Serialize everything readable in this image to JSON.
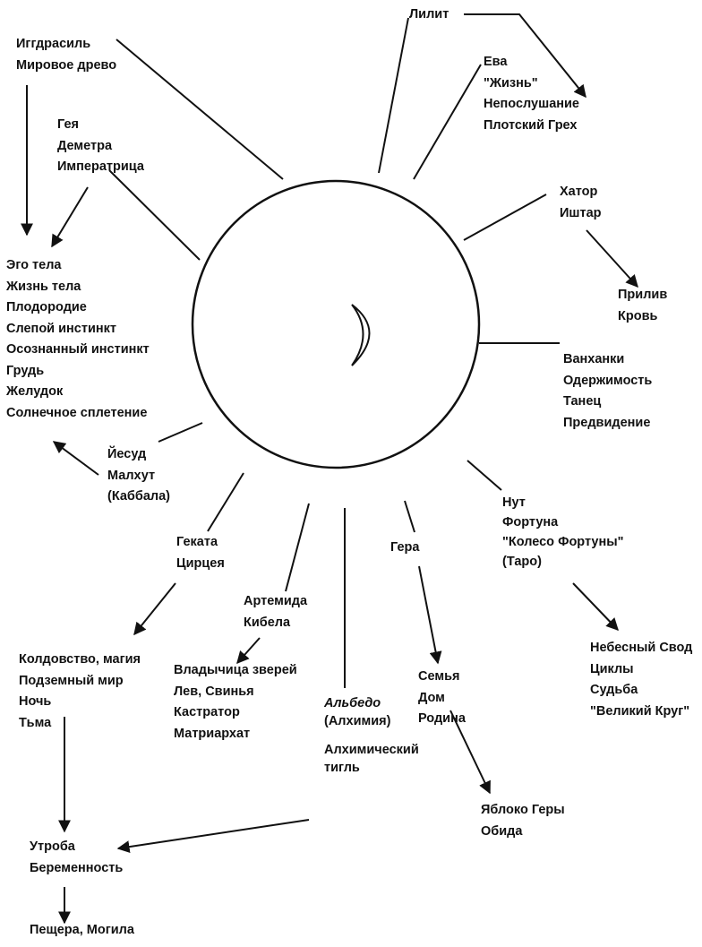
{
  "colors": {
    "ink": "#111111",
    "background": "#ffffff"
  },
  "center_symbol": "crescent-moon-icon",
  "labels": {
    "yggdrasil": [
      "Иггдрасиль",
      "Мировое древо"
    ],
    "lilith": [
      "Лилит"
    ],
    "eve": [
      "Ева",
      "\"Жизнь\"",
      "Непослушание",
      "Плотский Грех"
    ],
    "gaia": [
      "Гея",
      "Деметра",
      "Императрица"
    ],
    "hathor": [
      "Хатор",
      "Иштар"
    ],
    "body": [
      "Эго тела",
      "Жизнь тела",
      "Плодородие",
      "Слепой инстинкт",
      "Осознанный инстинкт",
      "Грудь",
      "Желудок",
      "Солнечное сплетение"
    ],
    "tide": [
      "Прилив",
      "Кровь"
    ],
    "wanhanki": [
      "Ванханки",
      "Одержимость",
      "Танец",
      "Предвидение"
    ],
    "yesod": [
      "Йесуд",
      "Малхут",
      "(Каббала)"
    ],
    "nut": [
      "Нут",
      "Фортуна",
      "\"Колесо Фортуны\"",
      "(Таро)"
    ],
    "hecate": [
      "Геката",
      "Цирцея"
    ],
    "hera": [
      "Гера"
    ],
    "artemis": [
      "Артемида",
      "Кибела"
    ],
    "heavens": [
      "Небесный Свод",
      "Циклы",
      "Судьба",
      "\"Великий Круг\""
    ],
    "witchcraft": [
      "Колдовство, магия",
      "Подземный мир",
      "Ночь",
      "Тьма"
    ],
    "mistress": [
      "Владычица зверей",
      "Лев, Свинья",
      "Кастратор",
      "Матриархат"
    ],
    "family": [
      "Семья",
      "Дом",
      "Родина"
    ],
    "albedo": {
      "italic": "Альбедо",
      "lines": [
        "(Алхимия)",
        "Алхимический",
        "тигль"
      ]
    },
    "apple": [
      "Яблоко Геры",
      "Обида"
    ],
    "womb": [
      "Утроба",
      "Беременность"
    ],
    "cave": [
      "Пещера, Могила"
    ]
  }
}
